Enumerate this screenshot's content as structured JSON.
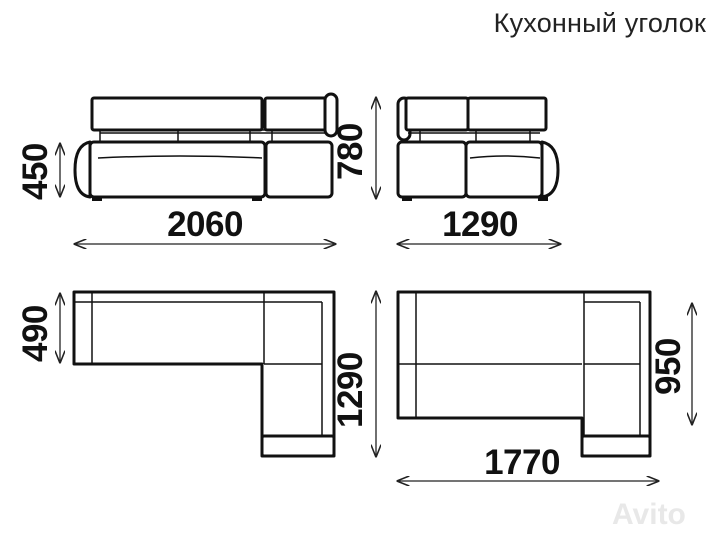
{
  "title": "Кухонный уголок",
  "dimensions": {
    "front_width": "2060",
    "front_seat_height": "450",
    "side_height": "780",
    "side_width": "1290",
    "plan_left_depth": "490",
    "plan_left_length": "1290",
    "plan_right_depth": "950",
    "plan_right_width": "1770"
  },
  "watermark": "Avito"
}
